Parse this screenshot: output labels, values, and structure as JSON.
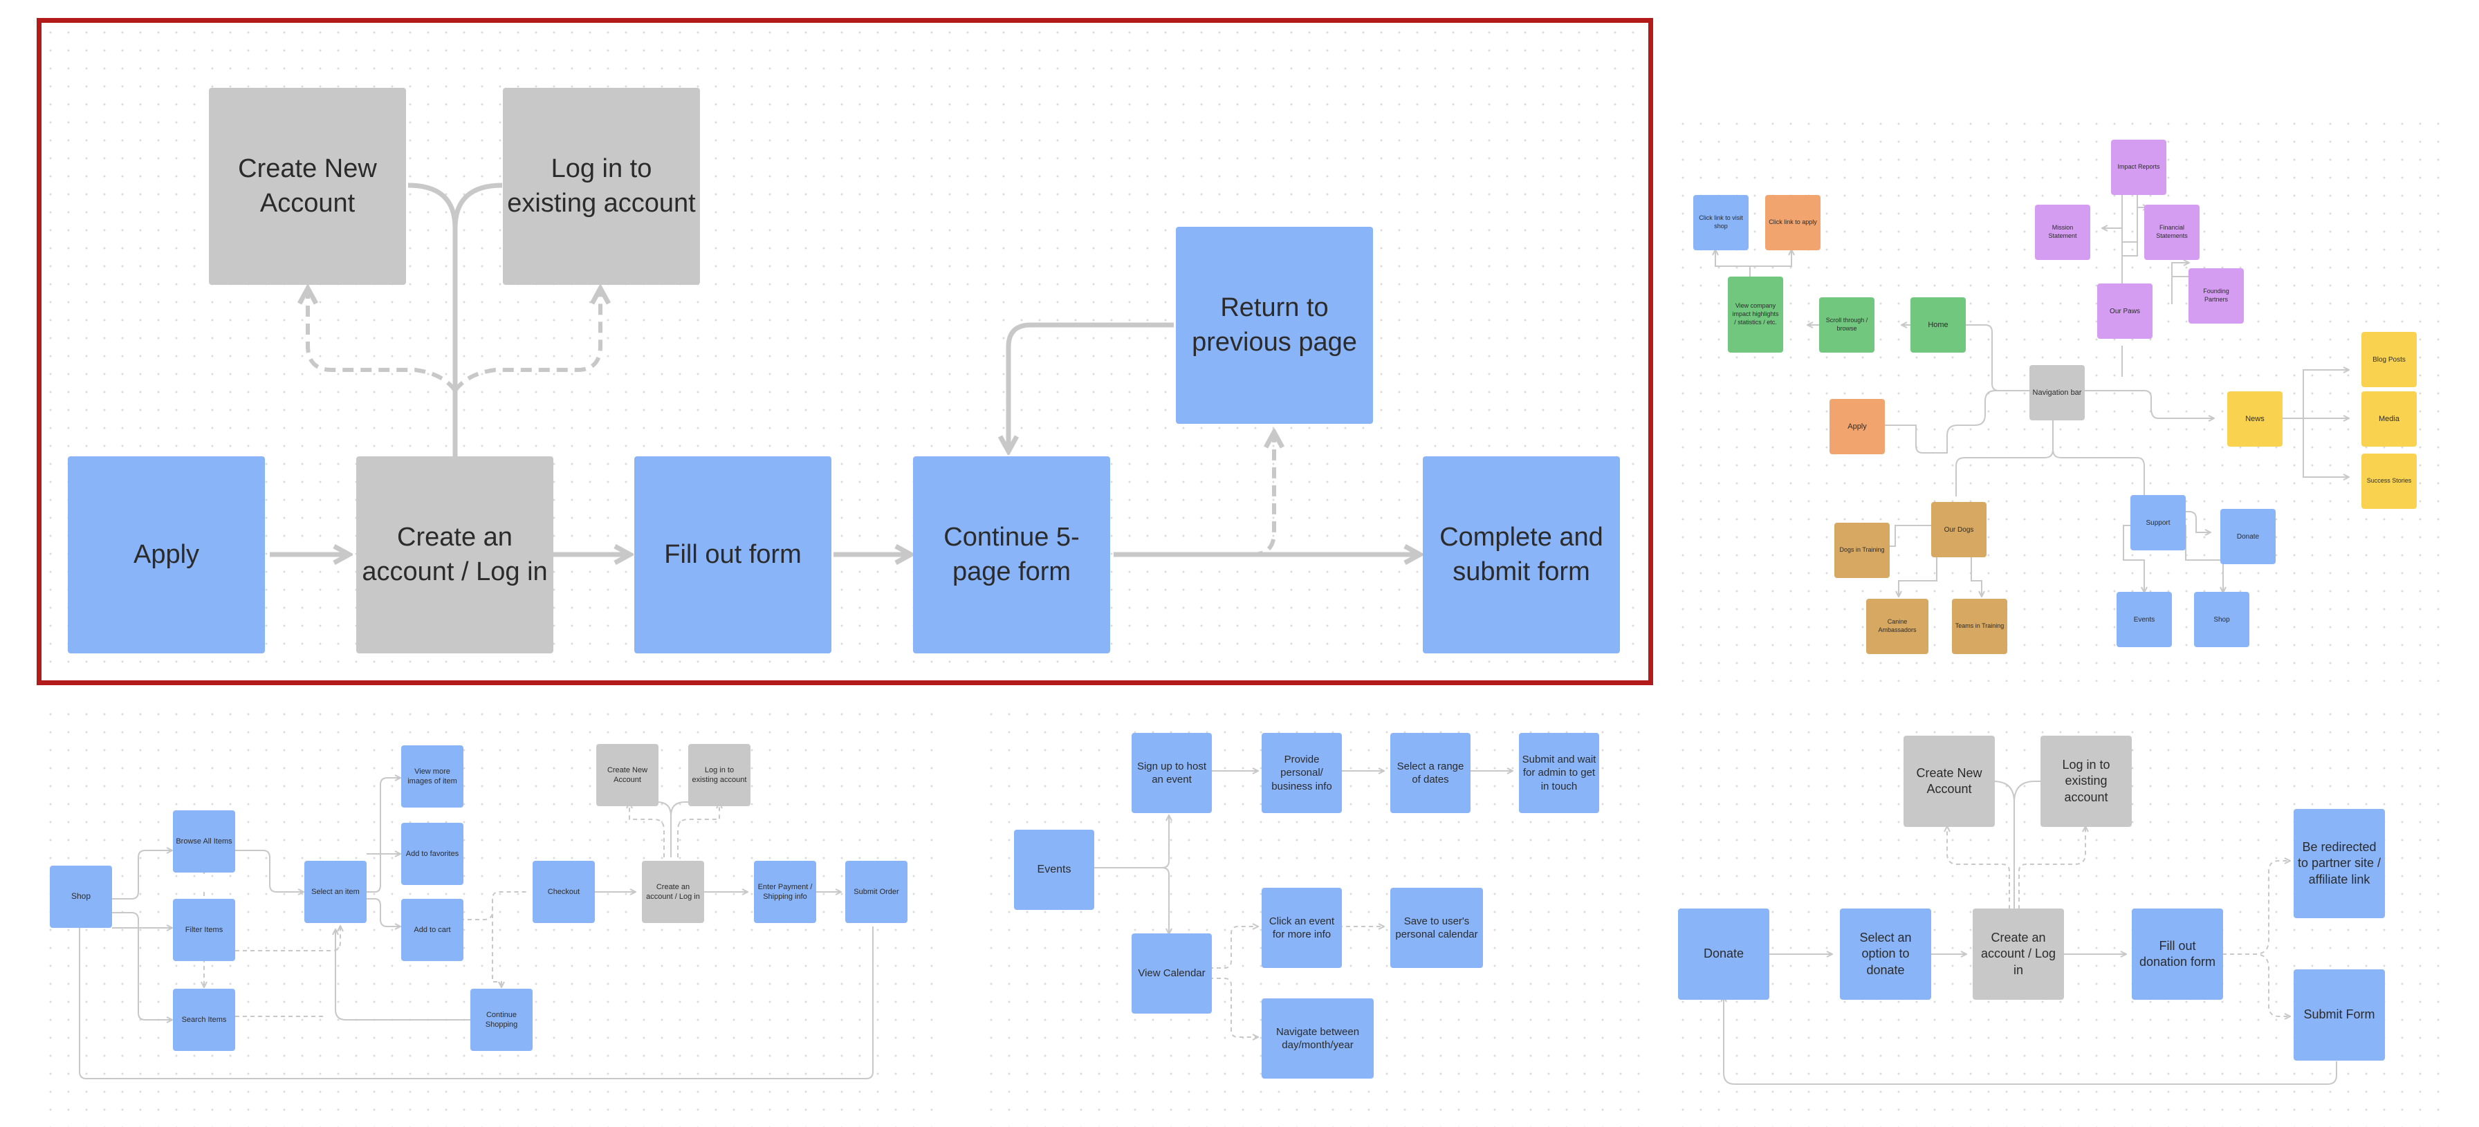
{
  "diagrams": {
    "apply_flow": {
      "apply": "Apply",
      "create_account_login": "Create an account / Log in",
      "create_new_account": "Create New Account",
      "log_in_existing": "Log in to existing account",
      "fill_out_form": "Fill out form",
      "continue_form": "Continue 5-page form",
      "return_previous": "Return to previous page",
      "complete_submit": "Complete and submit form"
    },
    "site_map": {
      "navigation_bar": "Navigation bar",
      "home": "Home",
      "scroll_through": "Scroll through / browse",
      "view_company": "View company impact highlights / statistics / etc.",
      "click_shop": "Click link to visit shop",
      "click_apply": "Click link to apply",
      "our_paws": "Our Paws",
      "mission_statement": "Mission Statement",
      "impact_reports": "Impact Reports",
      "financial_statements": "Financial Statements",
      "founding_partners": "Founding Partners",
      "apply": "Apply",
      "news": "News",
      "blog_posts": "Blog Posts",
      "media": "Media",
      "success_stories": "Success Stories",
      "our_dogs": "Our Dogs",
      "dogs_in_training": "Dogs in Training",
      "canine_ambassadors": "Canine Ambassadors",
      "teams_in_training": "Teams in Training",
      "support": "Support",
      "donate": "Donate",
      "events": "Events",
      "shop": "Shop"
    },
    "shop_flow": {
      "shop": "Shop",
      "browse_all": "Browse All Items",
      "filter_items": "Filter Items",
      "search_items": "Search Items",
      "select_item": "Select an item",
      "view_more_images": "View more images of item",
      "add_favorites": "Add to favorites",
      "add_cart": "Add to cart",
      "checkout": "Checkout",
      "create_new_account": "Create New Account",
      "log_in_existing": "Log in to existing account",
      "create_account_login": "Create an account / Log in",
      "enter_payment": "Enter Payment / Shipping info",
      "submit_order": "Submit Order",
      "continue_shopping": "Continue Shopping"
    },
    "events_flow": {
      "events": "Events",
      "sign_up_host": "Sign up to host an event",
      "provide_info": "Provide personal/ business info",
      "select_dates": "Select a range of dates",
      "submit_wait": "Submit and wait for admin to get in touch",
      "view_calendar": "View Calendar",
      "click_event": "Click an event for more info",
      "save_calendar": "Save to user's personal calendar",
      "navigate_between": "Navigate between day/month/year"
    },
    "donate_flow": {
      "donate": "Donate",
      "select_option": "Select an option to donate",
      "create_account_login": "Create an account / Log in",
      "create_new_account": "Create New Account",
      "log_in_existing": "Log in to existing account",
      "fill_donation": "Fill out donation form",
      "redirect_partner": "Be redirected to partner site / affiliate link",
      "submit_form": "Submit Form"
    }
  },
  "colors": {
    "blue": "#8ab4f8",
    "gray": "#c9c8c8",
    "frame_red": "#b31b1b",
    "connector": "#c8c8c8"
  }
}
